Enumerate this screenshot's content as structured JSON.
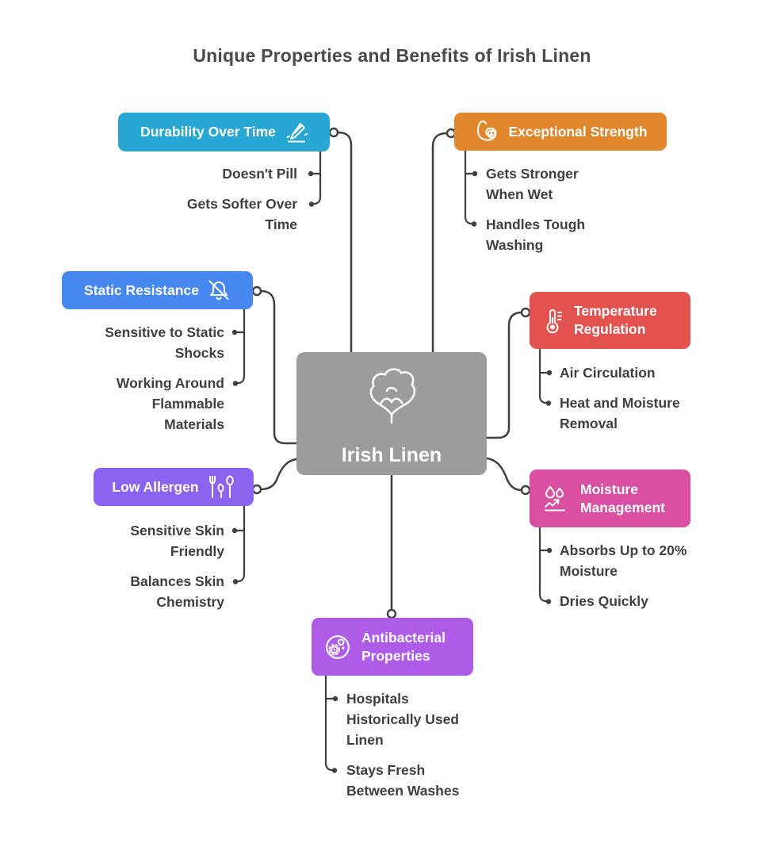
{
  "title": "Unique Properties and Benefits of Irish Linen",
  "colors": {
    "line": "#3f3f3f",
    "center": "#9c9c9c",
    "durability": "#29a7d4",
    "strength": "#e0872e",
    "static": "#4687f0",
    "temperature": "#e25350",
    "allergen": "#8a64ee",
    "moisture": "#d94fa1",
    "antibacterial": "#ae5be8"
  },
  "center": {
    "label": "Irish Linen",
    "icon": "cotton-boll-icon"
  },
  "nodes": [
    {
      "id": "durability",
      "title": "Durability Over Time",
      "icon": "pen-signature-icon",
      "items": [
        "Doesn't Pill",
        "Gets Softer Over\nTime"
      ]
    },
    {
      "id": "strength",
      "title": "Exceptional Strength",
      "icon": "flexed-bicep-icon",
      "items": [
        "Gets Stronger\nWhen Wet",
        "Handles Tough\nWashing"
      ]
    },
    {
      "id": "static",
      "title": "Static Resistance",
      "icon": "bell-off-icon",
      "items": [
        "Sensitive to Static\nShocks",
        "Working Around\nFlammable\nMaterials"
      ]
    },
    {
      "id": "temperature",
      "title": "Temperature\nRegulation",
      "icon": "thermometer-icon",
      "items": [
        "Air Circulation",
        "Heat and Moisture\nRemoval"
      ]
    },
    {
      "id": "allergen",
      "title": "Low Allergen",
      "icon": "cutlery-leaf-icon",
      "items": [
        "Sensitive Skin\nFriendly",
        "Balances Skin\nChemistry"
      ]
    },
    {
      "id": "moisture",
      "title": "Moisture\nManagement",
      "icon": "water-drops-icon",
      "items": [
        "Absorbs Up to 20%\nMoisture",
        "Dries Quickly"
      ]
    },
    {
      "id": "antibacterial",
      "title": "Antibacterial\nProperties",
      "icon": "bacteria-dish-icon",
      "items": [
        "Hospitals\nHistorically Used\nLinen",
        "Stays Fresh\nBetween Washes"
      ]
    }
  ]
}
